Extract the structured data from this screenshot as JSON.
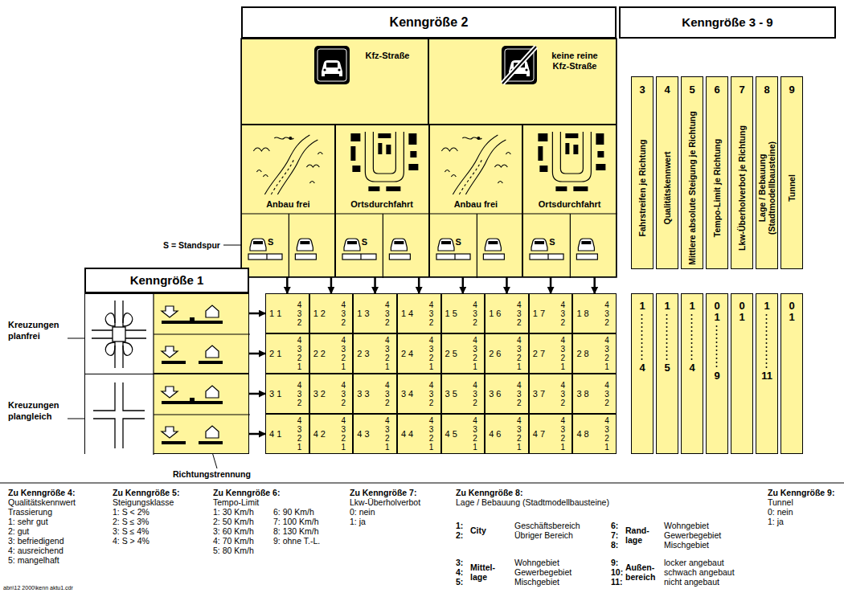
{
  "diagram": {
    "nodes": [
      {
        "text": [
          "Kenngröße 2"
        ]
      },
      {
        "text": [
          "Kfz-Straße"
        ]
      },
      {
        "text": [
          "keine reine Kfz-Straße"
        ]
      },
      {
        "text": [
          "Anbau frei"
        ]
      },
      {
        "text": [
          "Ortsdurchfahrt"
        ]
      },
      {
        "text": [
          "Anbau frei"
        ]
      },
      {
        "text": [
          "Ortsdurchfahrt"
        ]
      },
      {
        "text": [
          "Kenngröße 3 - 9"
        ]
      },
      {
        "text": [
          "3",
          "Fahrstreifen je Richtung"
        ]
      },
      {
        "text": [
          "4",
          "Qualitätskennwert"
        ]
      },
      {
        "text": [
          "5",
          "Mittlere absolute Steigung je Richtung"
        ]
      },
      {
        "text": [
          "6",
          "Tempo-Limit je Richtung"
        ]
      },
      {
        "text": [
          "7",
          "Lkw-Überholverbot je Richtung"
        ]
      },
      {
        "text": [
          "8",
          "Lage / Bebauung (Stadtmodellbausteine)"
        ]
      },
      {
        "text": [
          "9",
          "Tunnel"
        ]
      },
      {
        "text": [
          "Kenngröße 1"
        ]
      },
      {
        "text": [
          "Kreuzungen planfrei"
        ]
      },
      {
        "text": [
          "Kreuzungen plangleich"
        ]
      },
      {
        "text": [
          "1 1",
          "4 3 2"
        ]
      },
      {
        "text": [
          "1 2",
          "4 3 2"
        ]
      },
      {
        "text": [
          "1 3",
          "4 3 2"
        ]
      },
      {
        "text": [
          "1 4",
          "4 3 2"
        ]
      },
      {
        "text": [
          "1 5",
          "4 3 2"
        ]
      },
      {
        "text": [
          "1 6",
          "4 3 2"
        ]
      },
      {
        "text": [
          "1 7",
          "4 3 2"
        ]
      },
      {
        "text": [
          "1 8",
          "4 3 2"
        ]
      },
      {
        "text": [
          "2 1",
          "4 3 2 1"
        ]
      },
      {
        "text": [
          "2 2",
          "4 3 2 1"
        ]
      },
      {
        "text": [
          "2 3",
          "4 3 2 1"
        ]
      },
      {
        "text": [
          "2 4",
          "4 3 2 1"
        ]
      },
      {
        "text": [
          "2 5",
          "4 3 2 1"
        ]
      },
      {
        "text": [
          "2 6",
          "4 3 2 1"
        ]
      },
      {
        "text": [
          "2 7",
          "4 3 2 1"
        ]
      },
      {
        "text": [
          "2 8",
          "4 3 2 1"
        ]
      },
      {
        "text": [
          "3 1",
          "4 3 2"
        ]
      },
      {
        "text": [
          "3 2",
          "4 3 2"
        ]
      },
      {
        "text": [
          "3 3",
          "4 3 2"
        ]
      },
      {
        "text": [
          "3 4",
          "4 3 2"
        ]
      },
      {
        "text": [
          "3 5",
          "4 3 2"
        ]
      },
      {
        "text": [
          "3 6",
          "4 3 2"
        ]
      },
      {
        "text": [
          "3 7",
          "4 3 2"
        ]
      },
      {
        "text": [
          "3 8",
          "4 3 2"
        ]
      },
      {
        "text": [
          "4 1",
          "4 3 2 1"
        ]
      },
      {
        "text": [
          "4 2",
          "4 3 2 1"
        ]
      },
      {
        "text": [
          "4 3",
          "4 3 2 1"
        ]
      },
      {
        "text": [
          "4 4",
          "4 3 2 1"
        ]
      },
      {
        "text": [
          "4 5",
          "4 3 2 1"
        ]
      },
      {
        "text": [
          "4 6",
          "4 3 2 1"
        ]
      },
      {
        "text": [
          "4 7",
          "4 3 2 1"
        ]
      },
      {
        "text": [
          "4 8",
          "4 3 2 1"
        ]
      },
      {
        "text": [
          "1",
          "4"
        ]
      },
      {
        "text": [
          "1",
          "5"
        ]
      },
      {
        "text": [
          "1",
          "4"
        ]
      },
      {
        "text": [
          "0",
          "1",
          "9"
        ]
      },
      {
        "text": [
          "0",
          "1"
        ]
      },
      {
        "text": [
          "1",
          "11"
        ]
      },
      {
        "text": [
          "0",
          "1"
        ]
      }
    ],
    "edges": [
      {
        "from": 3,
        "to": 18,
        "arrow": "to"
      },
      {
        "from": 3,
        "to": 19,
        "arrow": "to"
      },
      {
        "from": 4,
        "to": 20,
        "arrow": "to"
      },
      {
        "from": 4,
        "to": 21,
        "arrow": "to"
      },
      {
        "from": 5,
        "to": 22,
        "arrow": "to"
      },
      {
        "from": 5,
        "to": 23,
        "arrow": "to"
      },
      {
        "from": 6,
        "to": 24,
        "arrow": "to"
      },
      {
        "from": 6,
        "to": 25,
        "arrow": "to"
      },
      {
        "from": 16,
        "to": 18,
        "arrow": "to"
      },
      {
        "from": 16,
        "to": 26,
        "arrow": "to"
      },
      {
        "from": 17,
        "to": 34,
        "arrow": "to"
      },
      {
        "from": 17,
        "to": 42,
        "arrow": "to"
      }
    ],
    "labels": [
      "S = Standspur",
      "S",
      "S",
      "S",
      "S",
      "Richtungstrennung",
      "Zu Kenngröße 4:",
      "Qualitätskennwert",
      "Trassierung",
      "1: sehr gut",
      "2: gut",
      "3: befriedigend",
      "4: ausreichend",
      "5: mangelhaft",
      "Zu Kenngröße 5:",
      "Steigungsklasse",
      "1: S < 2%",
      "2: S ≤ 3%",
      "3: S ≤ 4%",
      "4: S > 4%",
      "Zu Kenngröße 6:",
      "Tempo-Limit",
      "1: 30 Km/h",
      "2: 50 Km/h",
      "3: 60 Km/h",
      "4: 70 Km/h",
      "5: 80 Km/h",
      "6: 90 Km/h",
      "7: 100 Km/h",
      "8: 130 Km/h",
      "9: ohne T.-L.",
      "Zu Kenngröße 7:",
      "Lkw-Überholverbot",
      "0: nein",
      "1: ja",
      "Zu Kenngröße 8:",
      "Lage / Bebauung (Stadtmodellbausteine)",
      "1:",
      "2:",
      "City",
      "Geschäftsbereich",
      "Übriger Bereich",
      "3:",
      "4:",
      "5:",
      "Mittel- lage",
      "Wohngebiet",
      "Gewerbegebiet",
      "Mischgebiet",
      "6:",
      "7:",
      "8:",
      "Rand- lage",
      "Wohngebiet",
      "Gewerbegebiet",
      "Mischgebiet",
      "9:",
      "10:",
      "11:",
      "Außen- bereich",
      "locker angebaut",
      "schwach angebaut",
      "nicht angebaut",
      "Zu Kenngröße 9:",
      "Tunnel",
      "0: nein",
      "1: ja",
      "abn\\12 2000\\kenn aktu1.cdr"
    ]
  }
}
